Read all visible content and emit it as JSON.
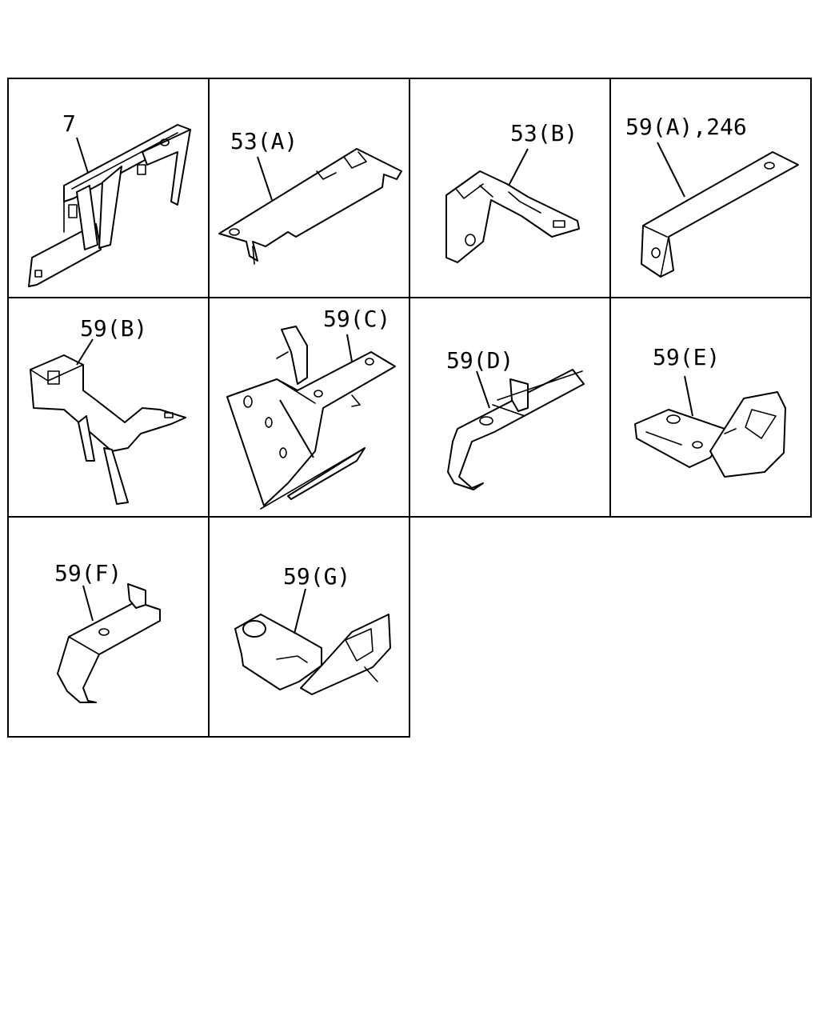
{
  "parts": [
    {
      "id": "p1",
      "label": "7"
    },
    {
      "id": "p2",
      "label": "53(A)"
    },
    {
      "id": "p3",
      "label": "53(B)"
    },
    {
      "id": "p4",
      "label": "59(A),246"
    },
    {
      "id": "p5",
      "label": "59(B)"
    },
    {
      "id": "p6",
      "label": "59(C)"
    },
    {
      "id": "p7",
      "label": "59(D)"
    },
    {
      "id": "p8",
      "label": "59(E)"
    },
    {
      "id": "p9",
      "label": "59(F)"
    },
    {
      "id": "p10",
      "label": "59(G)"
    }
  ]
}
